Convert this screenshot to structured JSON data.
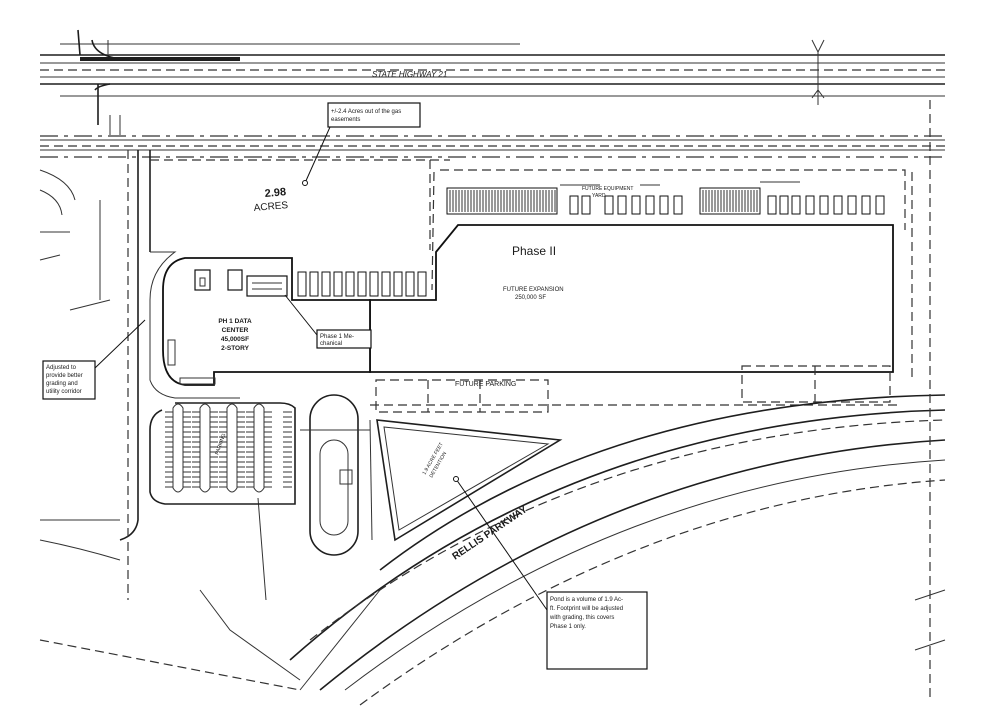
{
  "labels": {
    "highway": "STATE HIGHWAY 21",
    "acres_value": "2.98",
    "acres_unit": "ACRES",
    "phase2": "Phase II",
    "future_expansion_1": "FUTURE EXPANSION",
    "future_expansion_2": "250,000 SF",
    "future_equipment_1": "FUTURE EQUIPMENT",
    "future_equipment_2": "YARD",
    "future_parking": "FUTURE PARKING",
    "ph1_line1": "PH 1 DATA",
    "ph1_line2": "CENTER",
    "ph1_line3": "45,000SF",
    "ph1_line4": "2-STORY",
    "rellis": "RELLIS PARKWAY",
    "detention_1": "1.9 ACRE FEET",
    "detention_2": "DETENTION"
  },
  "notes": {
    "gas_easement": [
      "+/-2.4 Acres out of the gas",
      "easements"
    ],
    "mechanical": [
      "Phase 1 Me-",
      "chanical"
    ],
    "adjusted": [
      "Adjusted to",
      "provide better",
      "grading and",
      "utility corridor"
    ],
    "pond": [
      "Pond is a volume of 1.9 Ac-",
      "ft. Footprint will be adjusted",
      "with grading, this covers",
      "Phase 1 only."
    ]
  }
}
